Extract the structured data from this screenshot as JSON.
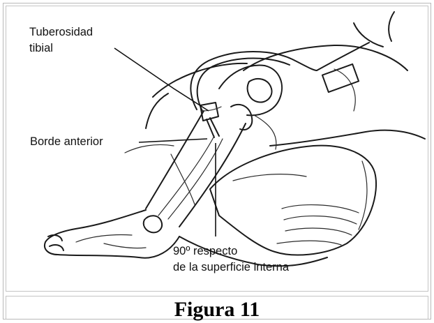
{
  "figure": {
    "labels": {
      "tuberosity_line1": "Tuberosidad",
      "tuberosity_line2": "tibial",
      "anterior_border": "Borde anterior",
      "angle_line1": "90º respecto",
      "angle_line2": "de la superficie interna"
    },
    "caption": "Figura 11",
    "colors": {
      "ink": "#1a1a1a",
      "paper": "#ffffff",
      "frame": "#c4c4c4"
    }
  }
}
